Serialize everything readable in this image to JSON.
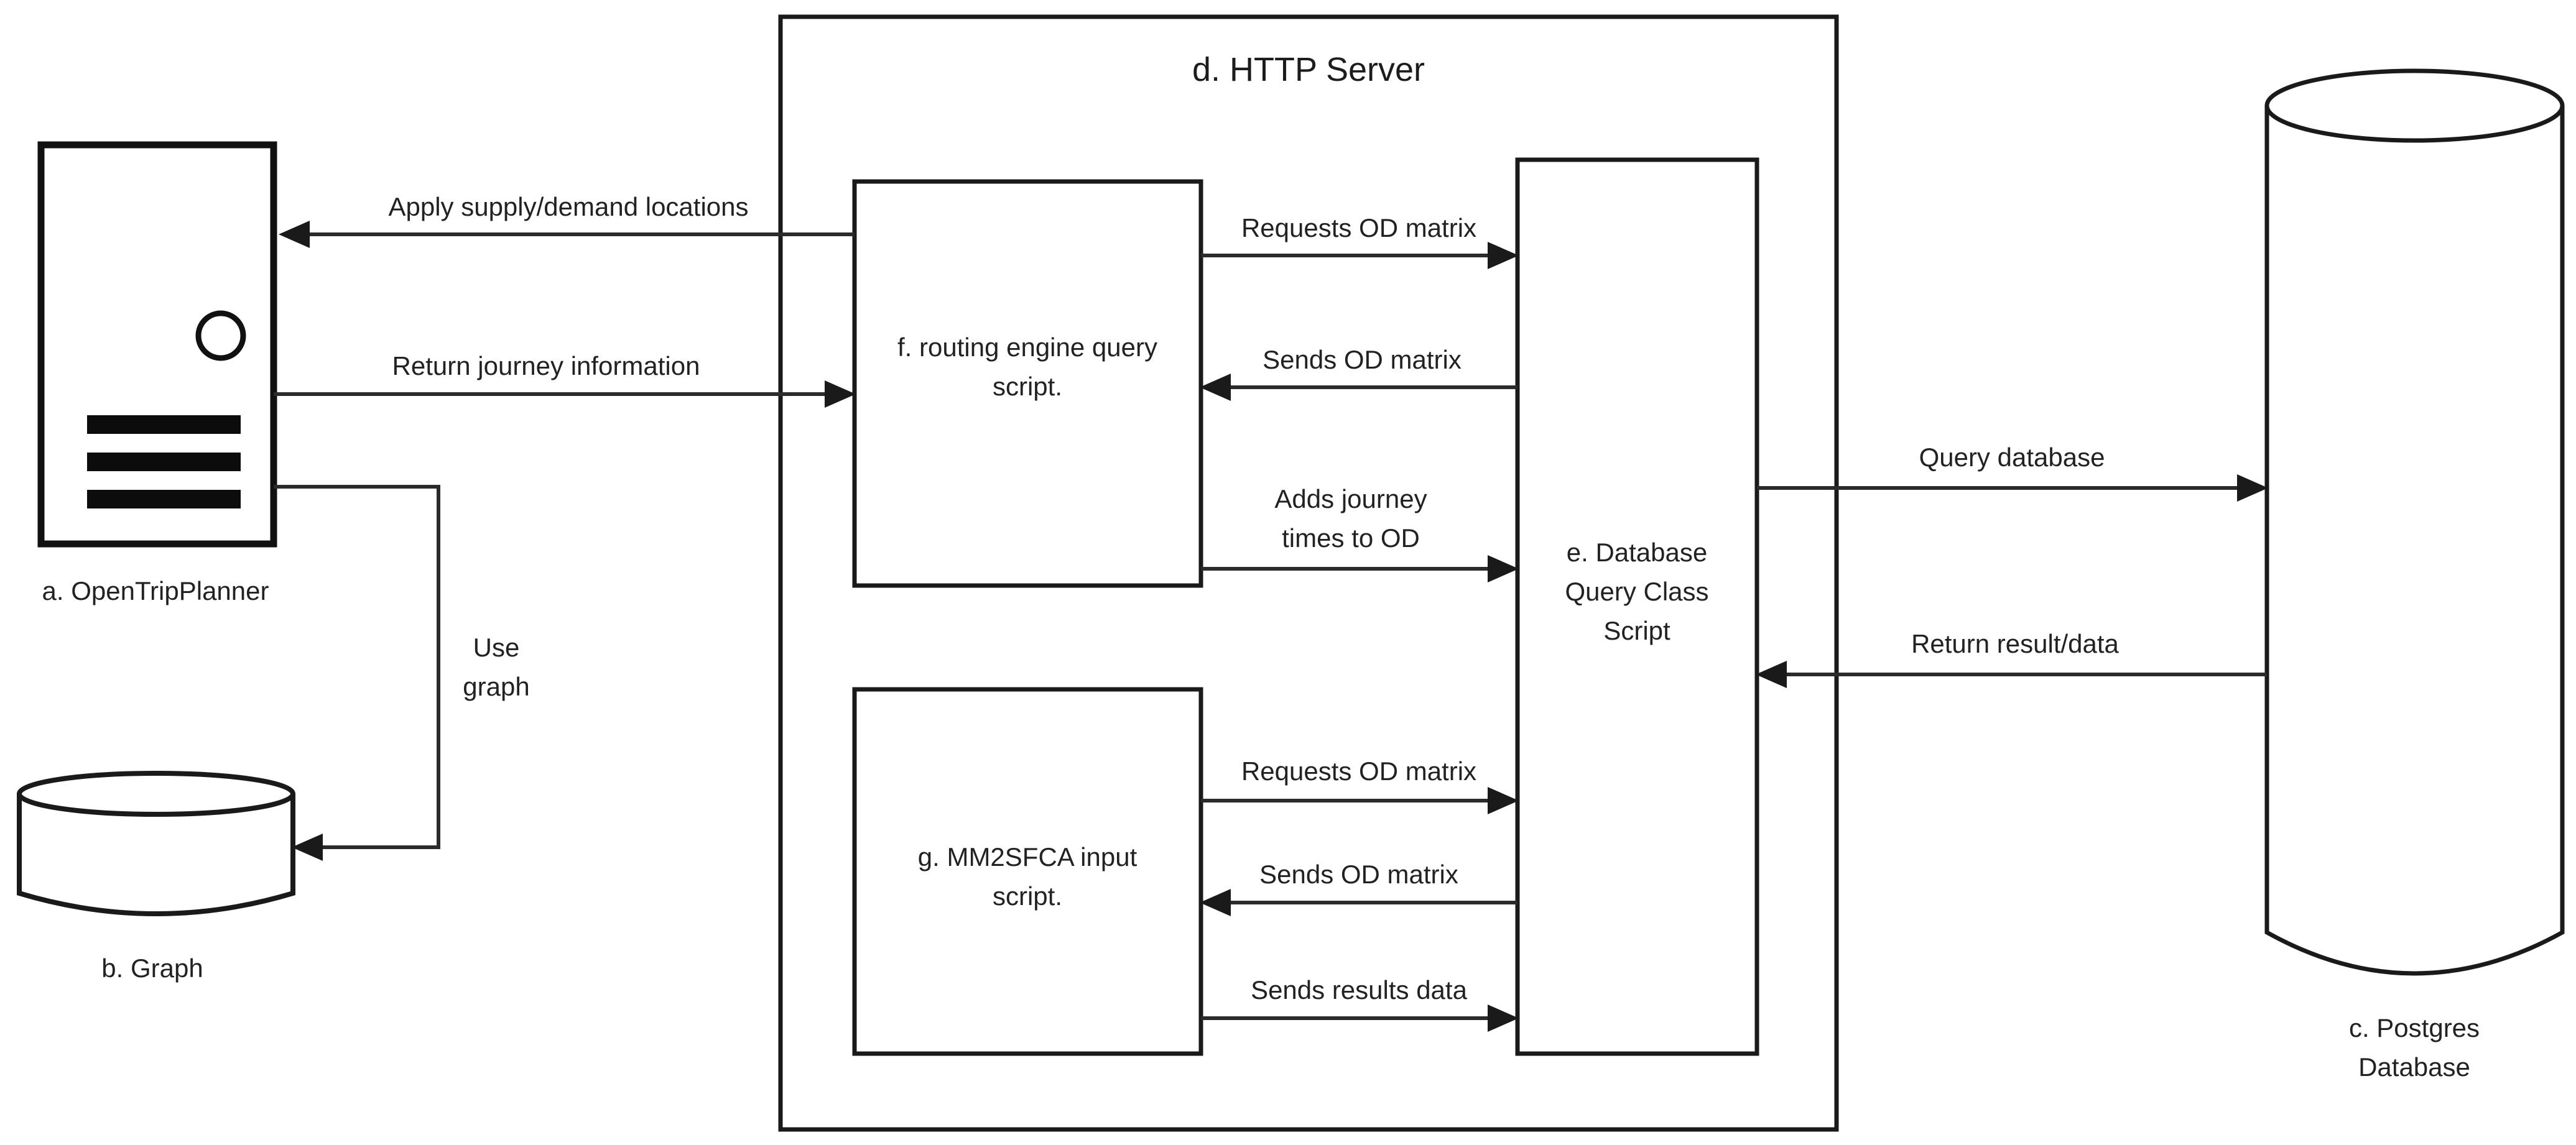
{
  "diagram": {
    "http_server": {
      "title": "d. HTTP Server"
    },
    "nodes": {
      "otp": {
        "label": "a. OpenTripPlanner"
      },
      "graph": {
        "label": "b. Graph"
      },
      "postgres": {
        "label": "c. Postgres Database"
      },
      "db_query_class": {
        "label": "e. Database\nQuery Class\nScript"
      },
      "routing_engine": {
        "label": "f. routing engine query\nscript."
      },
      "mm2sfca": {
        "label": "g. MM2SFCA input\nscript."
      }
    },
    "edges": {
      "apply_locations": {
        "label": "Apply supply/demand locations",
        "from": "f. routing engine query script.",
        "to": "a. OpenTripPlanner"
      },
      "return_journey": {
        "label": "Return journey information",
        "from": "a. OpenTripPlanner",
        "to": "f. routing engine query script."
      },
      "use_graph": {
        "label": "Use\ngraph",
        "from": "a. OpenTripPlanner",
        "to": "b. Graph"
      },
      "requests_od_top": {
        "label": "Requests OD matrix",
        "from": "f. routing engine query script.",
        "to": "e. Database Query Class Script"
      },
      "sends_od_top": {
        "label": "Sends OD matrix",
        "from": "e. Database Query Class Script",
        "to": "f. routing engine query script."
      },
      "adds_journey": {
        "label": "Adds journey\ntimes to OD",
        "from": "f. routing engine query script.",
        "to": "e. Database Query Class Script"
      },
      "query_database": {
        "label": "Query database",
        "from": "e. Database Query Class Script",
        "to": "c. Postgres Database"
      },
      "return_result": {
        "label": "Return result/data",
        "from": "c. Postgres Database",
        "to": "e. Database Query Class Script"
      },
      "requests_od_bottom": {
        "label": "Requests OD matrix",
        "from": "g. MM2SFCA input script.",
        "to": "e. Database Query Class Script"
      },
      "sends_od_bottom": {
        "label": "Sends OD matrix",
        "from": "e. Database Query Class Script",
        "to": "g. MM2SFCA input script."
      },
      "sends_results": {
        "label": "Sends results data",
        "from": "g. MM2SFCA input script.",
        "to": "e. Database Query Class Script"
      }
    },
    "colors": {
      "ink": "#1f1f1f",
      "arrow": "#2b2b2b",
      "background": "#ffffff"
    }
  }
}
